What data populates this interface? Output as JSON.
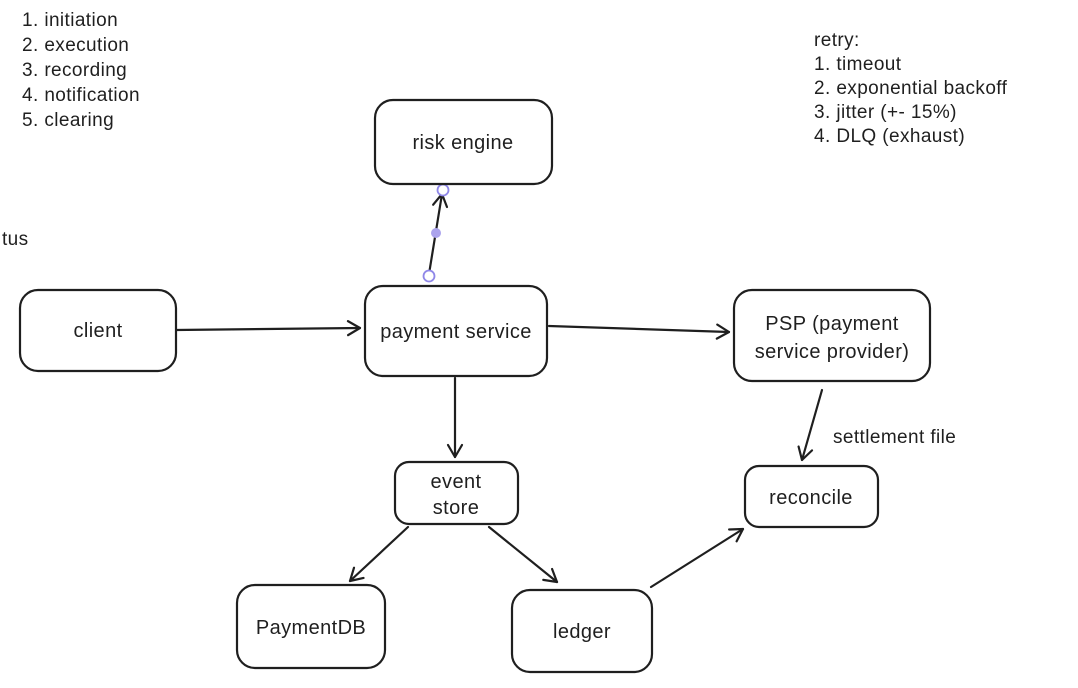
{
  "canvas": {
    "background": "#ffffff",
    "stroke_color": "#1f1f1f",
    "selection_accent": "#8f87e8",
    "selection_midpoint_fill": "#aba3ec"
  },
  "annotations": {
    "phases": {
      "items": [
        "1. initiation",
        "2. execution",
        "3. recording",
        "4. notification",
        "5. clearing"
      ]
    },
    "retry": {
      "title": "retry:",
      "items": [
        "1. timeout",
        "2. exponential backoff",
        "3. jitter (+- 15%)",
        "4. DLQ (exhaust)"
      ]
    },
    "clipped_left_text": "tus"
  },
  "nodes": {
    "risk_engine": {
      "label": "risk engine"
    },
    "client": {
      "label": "client"
    },
    "payment_service": {
      "label": "payment service"
    },
    "psp": {
      "label_line1": "PSP (payment",
      "label_line2": "service provider)"
    },
    "event_store": {
      "label_line1": "event",
      "label_line2": "store"
    },
    "reconcile": {
      "label": "reconcile"
    },
    "payment_db": {
      "label": "PaymentDB"
    },
    "ledger": {
      "label": "ledger"
    }
  },
  "edges": [
    {
      "from": "client",
      "to": "payment_service"
    },
    {
      "from": "payment_service",
      "to": "psp"
    },
    {
      "from": "payment_service",
      "to": "risk_engine",
      "selected": true
    },
    {
      "from": "payment_service",
      "to": "event_store"
    },
    {
      "from": "event_store",
      "to": "payment_db"
    },
    {
      "from": "event_store",
      "to": "ledger"
    },
    {
      "from": "ledger",
      "to": "reconcile"
    },
    {
      "from": "psp",
      "to": "reconcile",
      "label": "settlement file"
    }
  ]
}
